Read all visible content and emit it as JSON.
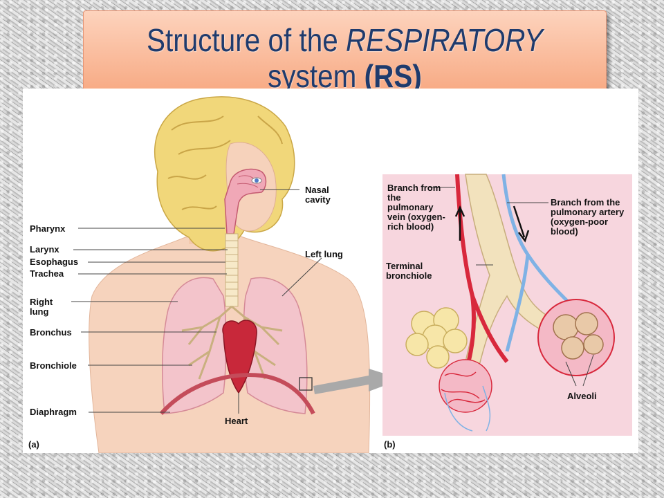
{
  "slide": {
    "title_line1_plain": "Structure of the ",
    "title_line1_emph": "RESPIRATORY",
    "title_line2_plain": "system ",
    "title_line2_bold": "(RS)"
  },
  "panel_a": {
    "tag": "(a)",
    "labels": {
      "nasal_cavity": "Nasal cavity",
      "pharynx": "Pharynx",
      "larynx": "Larynx",
      "esophagus": "Esophagus",
      "trachea": "Trachea",
      "left_lung": "Left lung",
      "right_lung": "Right lung",
      "bronchus": "Bronchus",
      "bronchiole": "Bronchiole",
      "diaphragm": "Diaphragm",
      "heart": "Heart"
    }
  },
  "panel_b": {
    "tag": "(b)",
    "labels": {
      "pulmonary_vein_branch": "Branch from the pulmonary vein (oxygen-rich blood)",
      "pulmonary_artery_branch": "Branch from the pulmonary artery (oxygen-poor blood)",
      "terminal_bronchiole": "Terminal bronchiole",
      "alveoli": "Alveoli"
    }
  },
  "colors": {
    "title_text": "#1f3b6d",
    "title_box": "#f7a881",
    "oxygen_rich": "#d8283c",
    "oxygen_poor": "#7fb2e5",
    "panel_b_bg": "#f7d6de"
  }
}
